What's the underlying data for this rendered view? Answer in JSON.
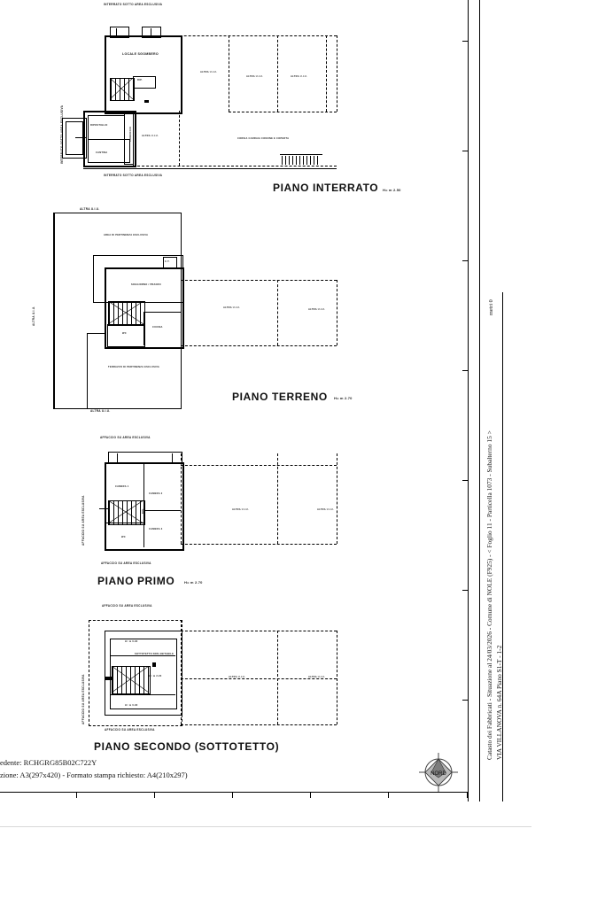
{
  "document": {
    "type": "planimetria-catastale",
    "sheet_side_line1": "Catasto dei Fabbricati - Situazione al 24/03/2026 - Comune di NOLE (F925) - < Foglio 11 - Particella 1073 - Subalterno 15 >",
    "sheet_side_line2": "VIA VILLANOVA n. 64A Piano S1-T - 1-2",
    "scale_label": "metri 0",
    "footer_line1": "edente: RCHGRG85B02C722Y",
    "footer_line2": "zione: A3(297x420)  - Formato stampa richiesto: A4(210x297)",
    "compass_name": "compass-rose-icon"
  },
  "plans": [
    {
      "id": "interrato",
      "title": "PIANO INTERRATO",
      "height_note": "H= m 2.50",
      "top_label": "INTERRATO SOTTO AREA ESCLUSIVA",
      "bottom_label": "INTERRATO SOTTO AREA ESCLUSIVA",
      "left_label": "INTERRATO SOTTO AREA ESCLUSIVA",
      "rooms": [
        {
          "name": "LOCALE SGOMBERO"
        },
        {
          "name": "RIP."
        },
        {
          "name": "RIPOSTIGLIO"
        },
        {
          "name": "CANTINA"
        },
        {
          "name": "CORRIDOIO"
        },
        {
          "name": "ALTRA U.I.U."
        },
        {
          "name": "ALTRA U.I.U."
        },
        {
          "name": "ALTRA U.I.U."
        },
        {
          "name": "ALTRA U.I.U."
        },
        {
          "name": "CORSIA  CARRAIA  COMUNE  E  COPERTA"
        }
      ]
    },
    {
      "id": "terreno",
      "title": "PIANO TERRENO",
      "height_note": "H= m 2.70",
      "top_label": "ALTRA U.I.U.",
      "bottom_label": "ALTRA U.I.U.",
      "left_label": "ALTRA U.I.U.",
      "rooms": [
        {
          "name": "AREA DI PERTINENZA ESCLUSIVA"
        },
        {
          "name": "SOGGIORNO / PRANZO"
        },
        {
          "name": "CUCINA"
        },
        {
          "name": "WC"
        },
        {
          "name": "C.T."
        },
        {
          "name": "TERRAZZO DI PERTINENZA ESCLUSIVA"
        },
        {
          "name": "ALTRA U.I.U."
        },
        {
          "name": "ALTRA U.I.U."
        }
      ]
    },
    {
      "id": "primo",
      "title": "PIANO PRIMO",
      "height_note": "H= m 2.70",
      "top_label": "AFFACCIO SU AREA ESCLUSIVA",
      "bottom_label": "AFFACCIO SU AREA ESCLUSIVA",
      "left_label": "AFFACCIO SU AREA ESCLUSIVA",
      "rooms": [
        {
          "name": "CAMERA 1"
        },
        {
          "name": "CAMERA 2"
        },
        {
          "name": "CAMERA 3"
        },
        {
          "name": "WC"
        },
        {
          "name": "DIS."
        },
        {
          "name": "ALTRA U.I.U."
        },
        {
          "name": "ALTRA U.I.U."
        }
      ]
    },
    {
      "id": "secondo",
      "title": "PIANO SECONDO  (SOTTOTETTO)",
      "height_note": "",
      "top_label": "AFFACCIO SU AREA ESCLUSIVA",
      "bottom_label": "AFFACCIO SU AREA ESCLUSIVA",
      "left_label": "AFFACCIO SU AREA ESCLUSIVA",
      "rooms": [
        {
          "name": "SOTTOTETTO NON ABITABILE"
        },
        {
          "name": "H= m 0.90"
        },
        {
          "name": "H= m 2.20"
        },
        {
          "name": "H= m 0.90"
        },
        {
          "name": "ALTRA U.I.U."
        },
        {
          "name": "ALTRA U.I.U."
        }
      ]
    }
  ]
}
